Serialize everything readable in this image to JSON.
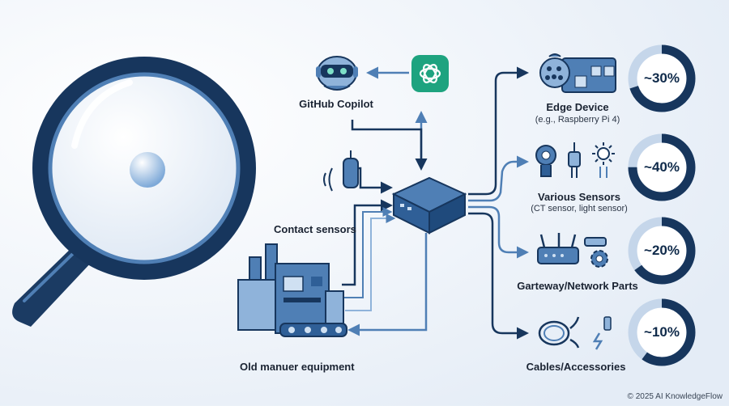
{
  "nodes": {
    "copilot": "GitHub Copilot",
    "contact_sensors": "Contact sensors",
    "old_equipment": "Old manuer equipment"
  },
  "categories": [
    {
      "title": "Edge Device",
      "subtitle": "(e.g., Raspberry Pi 4)",
      "percent_label": "~30%",
      "percent": 30
    },
    {
      "title": "Various Sensors",
      "subtitle": "(CT sensor, light sensor)",
      "percent_label": "~40%",
      "percent": 40
    },
    {
      "title": "Garteway/Network Parts",
      "subtitle": "",
      "percent_label": "~20%",
      "percent": 20
    },
    {
      "title": "Cables/Accessories",
      "subtitle": "",
      "percent_label": "~10%",
      "percent": 10
    }
  ],
  "footer": {
    "copyright": "© 2025 AI KnowledgeFlow"
  },
  "colors": {
    "navy": "#17365d",
    "mid_blue": "#4f7fb5",
    "light_blue": "#8fb3da",
    "ring_track": "#c5d6ea",
    "bg": "#eef3f9",
    "openai_green": "#1ea37f"
  }
}
